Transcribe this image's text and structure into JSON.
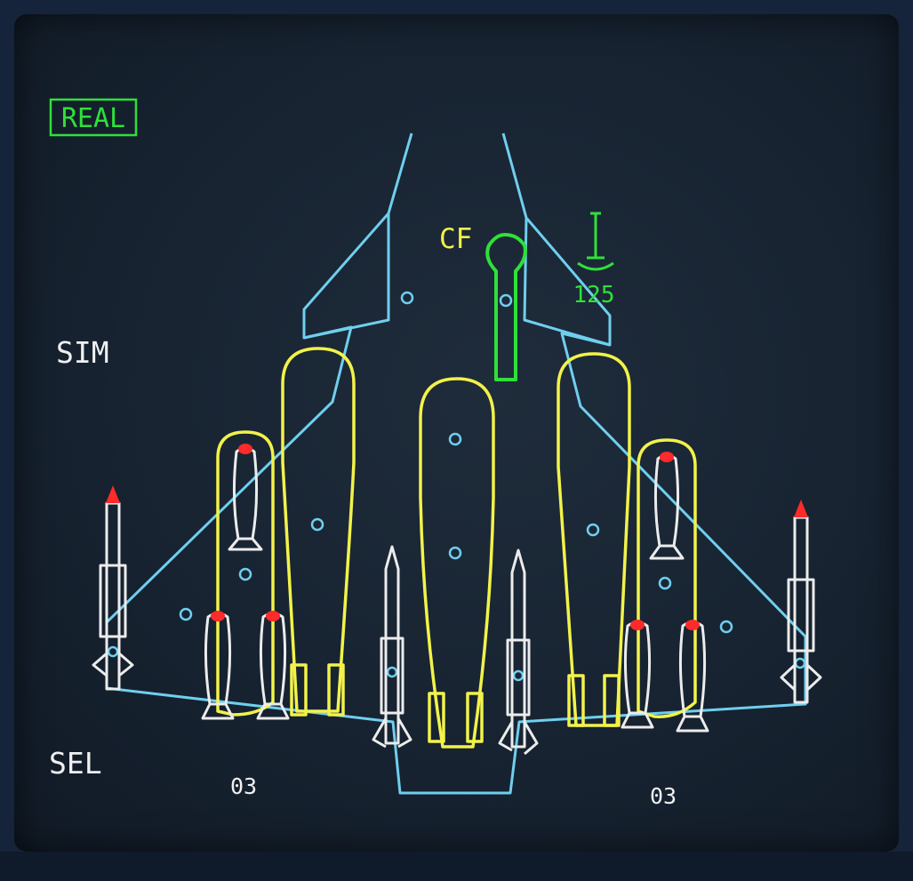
{
  "mode_box": {
    "label": "REAL"
  },
  "side_labels": {
    "sim": "SIM",
    "sel": "SEL"
  },
  "centerline_station": {
    "label": "CF"
  },
  "gun": {
    "rounds": "125"
  },
  "station_counts": {
    "left": "03",
    "right": "03"
  },
  "colors": {
    "airframe": "#6fcfee",
    "fuel_tanks": "#f2f24a",
    "store_selected": "#2fe03a",
    "weapons": "#ececec",
    "seeker_tip": "#ff2a2a",
    "text_white": "#f0f0f0",
    "text_yellow": "#f2f24a",
    "text_green": "#2fe03a"
  },
  "icons": [
    "cannon-icon",
    "aircraft-planform-icon",
    "missile-icon",
    "bomb-icon",
    "fuel-tank-icon"
  ]
}
